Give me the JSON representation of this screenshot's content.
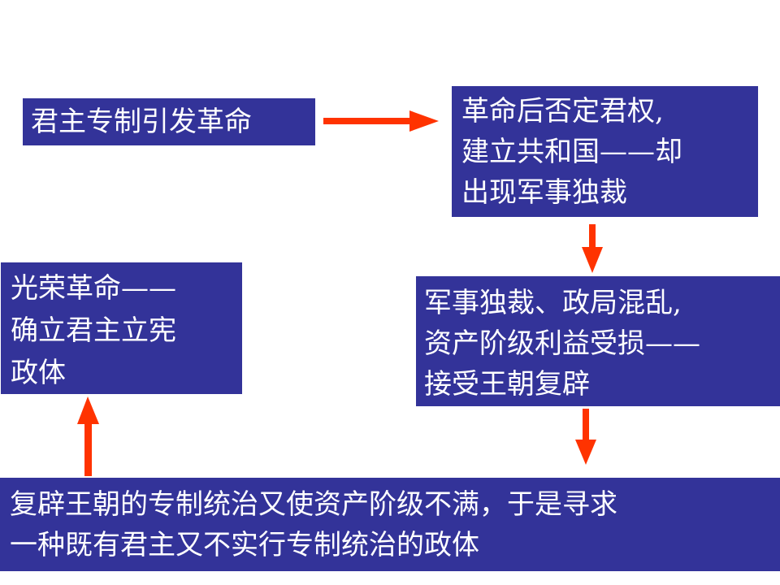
{
  "colors": {
    "box_fill": "#333399",
    "box_text": "#ffffff",
    "arrow": "#ff3300",
    "background": "#ffffff"
  },
  "diagram": {
    "box1": {
      "lines": [
        "君主专制引发革命"
      ]
    },
    "box2": {
      "lines": [
        "革命后否定君权,",
        "建立共和国——却",
        "出现军事独裁"
      ]
    },
    "box3": {
      "lines": [
        "光荣革命——",
        "确立君主立宪",
        "政体"
      ]
    },
    "box4": {
      "lines": [
        "军事独裁、政局混乱,",
        "资产阶级利益受损——",
        "接受王朝复辟"
      ]
    },
    "box5": {
      "lines": [
        "复辟王朝的专制统治又使资产阶级不满，于是寻求",
        "一种既有君主又不实行专制统治的政体"
      ]
    }
  }
}
